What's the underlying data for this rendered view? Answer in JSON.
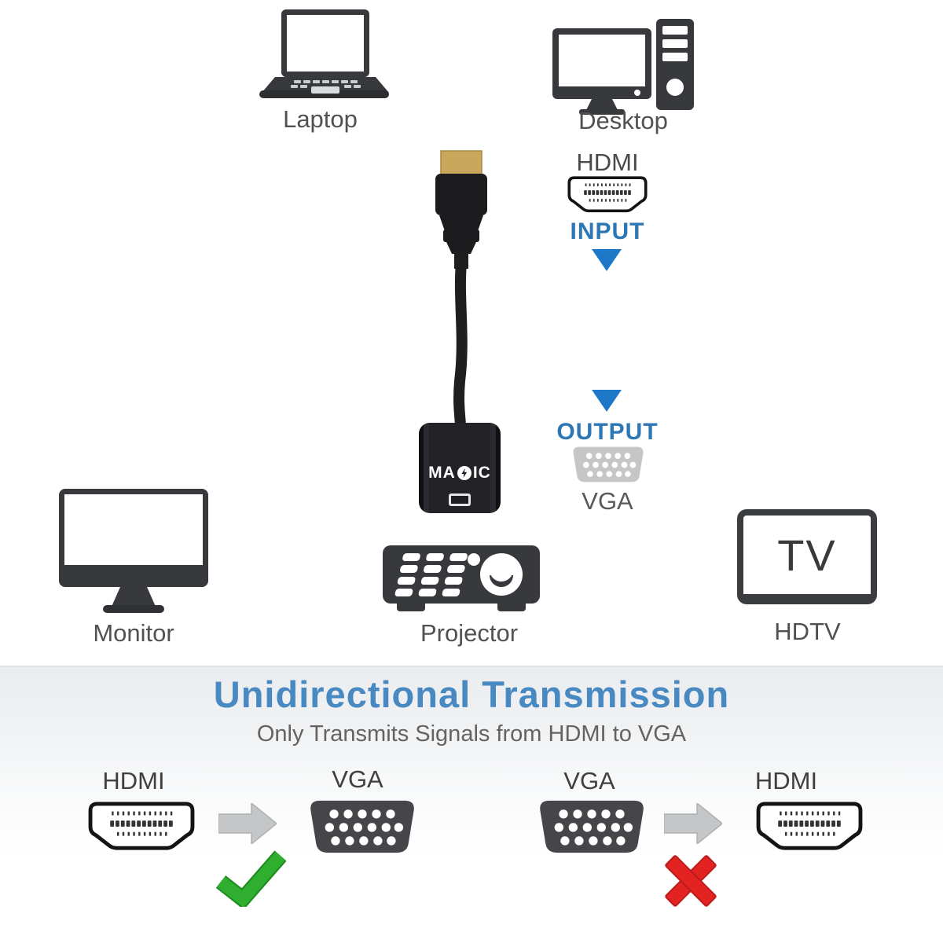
{
  "top_devices": {
    "laptop_label": "Laptop",
    "desktop_label": "Desktop"
  },
  "input_group": {
    "port_label": "HDMI",
    "direction_label": "INPUT"
  },
  "adapter": {
    "brand": "MAGIC",
    "brand_prefix": "MA",
    "brand_suffix": "IC"
  },
  "output_group": {
    "direction_label": "OUTPUT",
    "port_label": "VGA"
  },
  "output_devices": {
    "monitor_label": "Monitor",
    "projector_label": "Projector",
    "tv_screen_text": "TV",
    "hdtv_label": "HDTV"
  },
  "banner": {
    "title": "Unidirectional Transmission",
    "subtitle": "Only Transmits Signals from HDMI to VGA"
  },
  "comparison": {
    "allowed": {
      "from_label": "HDMI",
      "to_label": "VGA"
    },
    "not_allowed": {
      "from_label": "VGA",
      "to_label": "HDMI"
    }
  },
  "icons": {
    "input_arrow": "triangle-down",
    "output_arrow": "triangle-down",
    "flow_arrow": "arrow-right",
    "allowed_mark": "check-mark",
    "not_allowed_mark": "cross-mark"
  },
  "colors": {
    "accent_blue": "#2d77b4",
    "arrow_blue": "#1e78c8",
    "title_blue": "#4789c0",
    "icon_dark": "#37393c",
    "vga_light_gray": "#c6c6c8",
    "vga_dark_gray": "#46464a",
    "check_green": "#2fae2f",
    "cross_red": "#e32222",
    "connector_gold": "#c9a85c",
    "section_bg": "#eef0f2"
  }
}
